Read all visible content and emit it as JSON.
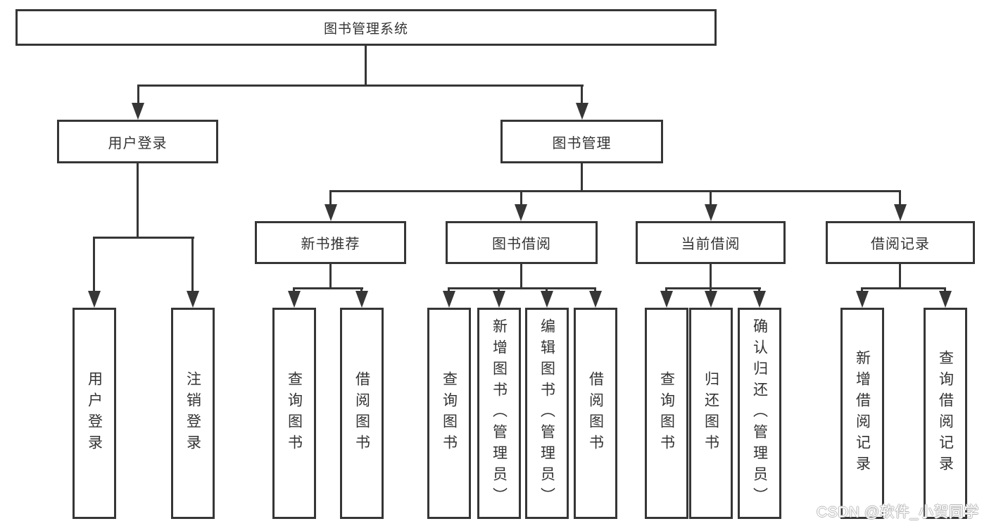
{
  "diagram": {
    "root": {
      "label": "图书管理系统"
    },
    "level2": [
      {
        "label": "用户登录",
        "children": [
          {
            "label": "用户登录"
          },
          {
            "label": "注销登录"
          }
        ]
      },
      {
        "label": "图书管理",
        "children": [
          {
            "label": "新书推荐",
            "children": [
              {
                "label": "查询图书"
              },
              {
                "label": "借阅图书"
              }
            ]
          },
          {
            "label": "图书借阅",
            "children": [
              {
                "label": "查询图书"
              },
              {
                "label": "新增图书（管理员）"
              },
              {
                "label": "编辑图书（管理员）"
              },
              {
                "label": "借阅图书"
              }
            ]
          },
          {
            "label": "当前借阅",
            "children": [
              {
                "label": "查询图书"
              },
              {
                "label": "归还图书"
              },
              {
                "label": "确认归还（管理员）"
              }
            ]
          },
          {
            "label": "借阅记录",
            "children": [
              {
                "label": "新增借阅记录"
              },
              {
                "label": "查询借阅记录"
              }
            ]
          }
        ]
      }
    ]
  },
  "watermark": {
    "text": "CSDN @软件_小贺同学"
  },
  "colors": {
    "line": "#363636",
    "text": "#333333",
    "background": "#ffffff",
    "watermark_outline": "#b9b9b9"
  }
}
